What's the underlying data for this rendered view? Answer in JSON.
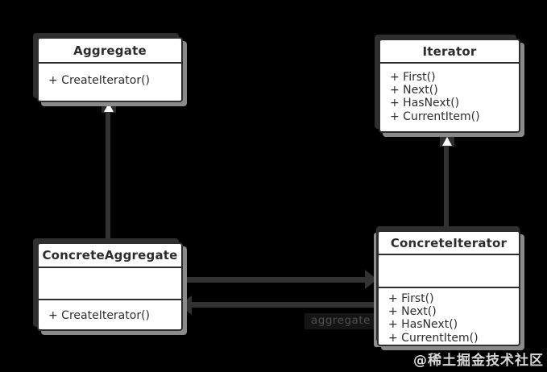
{
  "classes": [
    {
      "name": "Aggregate",
      "methods": [
        "+ CreateIterator()"
      ]
    },
    {
      "name": "Iterator",
      "methods": [
        "+ First()",
        "+ Next()",
        "+ HasNext()",
        "+ CurrentItem()"
      ]
    },
    {
      "name": "ConcreteAggregate",
      "attributes": [],
      "methods": [
        "+ CreateIterator()"
      ]
    },
    {
      "name": "ConcreteIterator",
      "attributes": [],
      "methods": [
        "+ First()",
        "+ Next()",
        "+ HasNext()",
        "+ CurrentItem()"
      ]
    }
  ],
  "relationships": [
    {
      "type": "inheritance",
      "from": "ConcreteAggregate",
      "to": "Aggregate"
    },
    {
      "type": "inheritance",
      "from": "ConcreteIterator",
      "to": "Iterator"
    },
    {
      "type": "association",
      "from": "ConcreteAggregate",
      "to": "ConcreteIterator",
      "label": ""
    },
    {
      "type": "association",
      "from": "ConcreteIterator",
      "to": "ConcreteAggregate",
      "label": "aggregate"
    }
  ],
  "labels": {
    "association_role": "aggregate"
  },
  "watermark": "@稀土掘金技术社区",
  "colors": {
    "background": "#000000",
    "box_fill": "#ffffff",
    "stroke": "#2e2e2e",
    "line": "#333333",
    "shadow_dark": "#2f2f2f",
    "shadow_gray": "#8a8a8a",
    "label_text": "#4e4e4e",
    "label_bg": "#151515",
    "watermark_text": "#e3e3e3"
  }
}
